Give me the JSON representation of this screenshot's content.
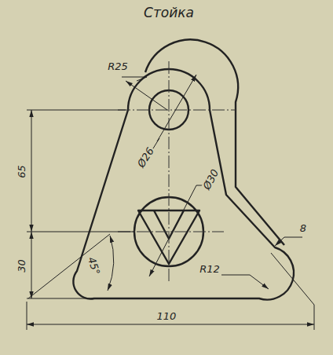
{
  "diagram": {
    "title": "Стойка",
    "labels": [
      "R25",
      "Ø26",
      "Ø30",
      "65",
      "8",
      "30",
      "45°",
      "R12",
      "110"
    ]
  }
}
